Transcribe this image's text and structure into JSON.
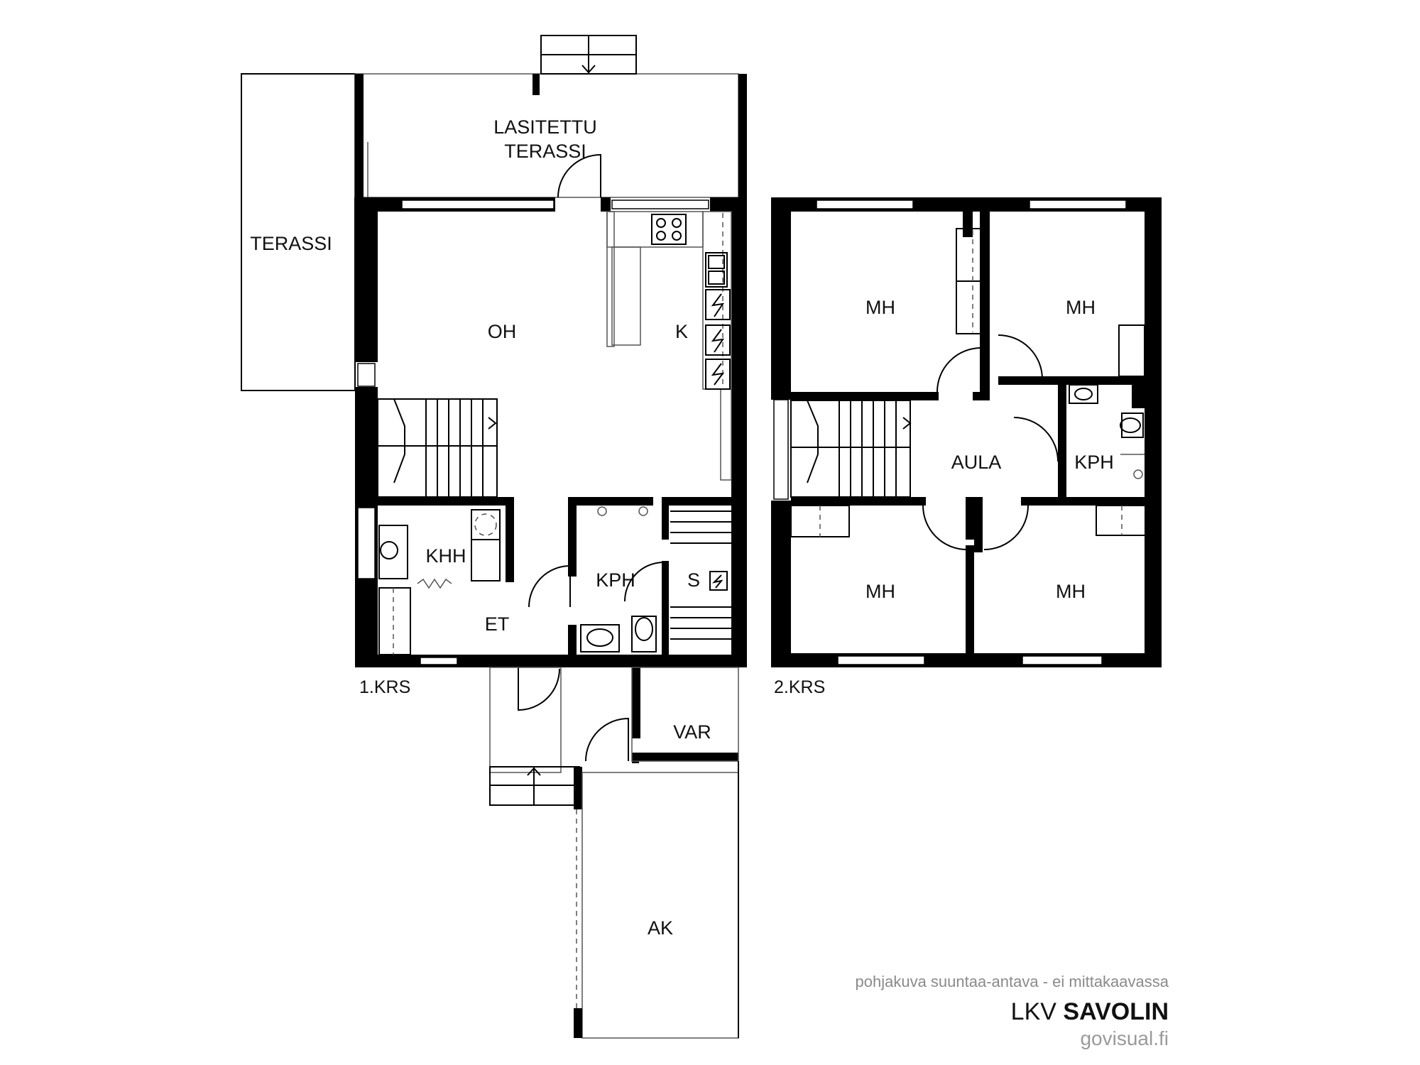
{
  "floors": {
    "first": "1.KRS",
    "second": "2.KRS"
  },
  "rooms_first": {
    "glazed_terrace_line1": "LASITETTU",
    "glazed_terrace_line2": "TERASSI",
    "terrace": "TERASSI",
    "living": "OH",
    "kitchen": "K",
    "utility": "KHH",
    "bathroom": "KPH",
    "sauna": "S",
    "entry": "ET",
    "storage": "VAR",
    "carport": "AK"
  },
  "rooms_second": {
    "bedroom_nw": "MH",
    "bedroom_ne": "MH",
    "bedroom_sw": "MH",
    "bedroom_se": "MH",
    "hall": "AULA",
    "bathroom": "KPH"
  },
  "footer": {
    "note": "pohjakuva suuntaa-antava - ei mittakaavassa",
    "brand_prefix": "LKV ",
    "brand_name": "SAVOLIN",
    "website": "govisual.fi"
  },
  "colors": {
    "wall": "#000000",
    "note_text": "#8a8a8a",
    "site_text": "#9a9a9a"
  }
}
